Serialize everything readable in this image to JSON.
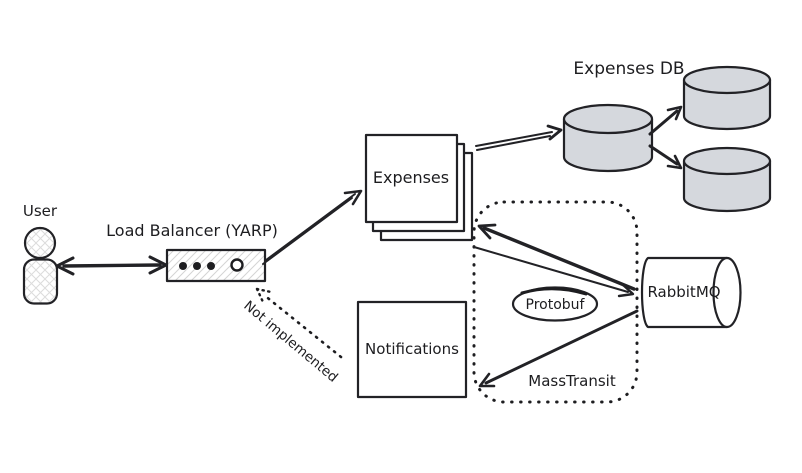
{
  "diagram": {
    "kind": "hand-drawn architecture diagram",
    "background": "#ffffff"
  },
  "nodes": {
    "user": {
      "label": "User",
      "type": "actor"
    },
    "load_balancer": {
      "label": "Load Balancer (YARP)",
      "type": "service-box"
    },
    "expenses": {
      "label": "Expenses",
      "type": "stacked-service"
    },
    "expenses_db": {
      "label": "Expenses DB",
      "type": "database-cluster",
      "cylinder_count": 3
    },
    "notifications": {
      "label": "Notifications",
      "type": "service-box"
    },
    "rabbitmq": {
      "label": "RabbitMQ",
      "type": "message-queue-cylinder"
    },
    "masstransit": {
      "label": "MassTransit",
      "type": "dotted-group"
    },
    "protobuf": {
      "label": "Protobuf",
      "type": "ellipse-note"
    }
  },
  "annotations": {
    "not_implemented": {
      "label": "Not implemented",
      "style": "dotted-arrow-label"
    }
  },
  "edges": [
    {
      "from": "user",
      "to": "load_balancer",
      "direction": "both",
      "style": "solid"
    },
    {
      "from": "load_balancer",
      "to": "expenses",
      "direction": "forward",
      "style": "double-line"
    },
    {
      "from": "expenses",
      "to": "expenses_db",
      "direction": "forward",
      "style": "solid"
    },
    {
      "from": "expenses_db_primary",
      "to": "expenses_db_replica_top",
      "direction": "forward",
      "style": "solid"
    },
    {
      "from": "expenses_db_primary",
      "to": "expenses_db_replica_bottom",
      "direction": "forward",
      "style": "solid"
    },
    {
      "from": "rabbitmq",
      "to": "expenses",
      "direction": "forward",
      "style": "solid-thick"
    },
    {
      "from": "expenses",
      "to": "rabbitmq",
      "direction": "forward",
      "style": "solid-thin"
    },
    {
      "from": "rabbitmq",
      "to": "notifications",
      "direction": "forward",
      "style": "solid"
    },
    {
      "from": "notifications",
      "to": "load_balancer",
      "direction": "forward",
      "style": "dotted",
      "label": "Not implemented"
    }
  ],
  "colors": {
    "stroke": "#222226",
    "db_fill": "#d5d8dd",
    "hatch": "#d9d9d9",
    "background": "#ffffff"
  }
}
